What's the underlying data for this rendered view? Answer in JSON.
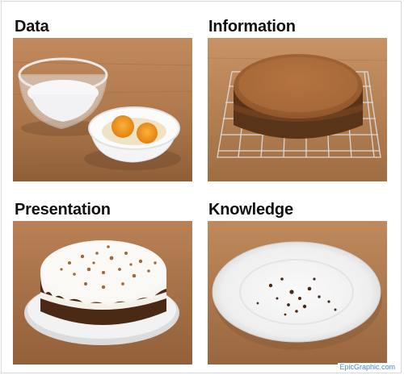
{
  "panels": [
    {
      "label": "Data"
    },
    {
      "label": "Information"
    },
    {
      "label": "Presentation"
    },
    {
      "label": "Knowledge"
    }
  ],
  "credit": "EpicGraphic.com"
}
